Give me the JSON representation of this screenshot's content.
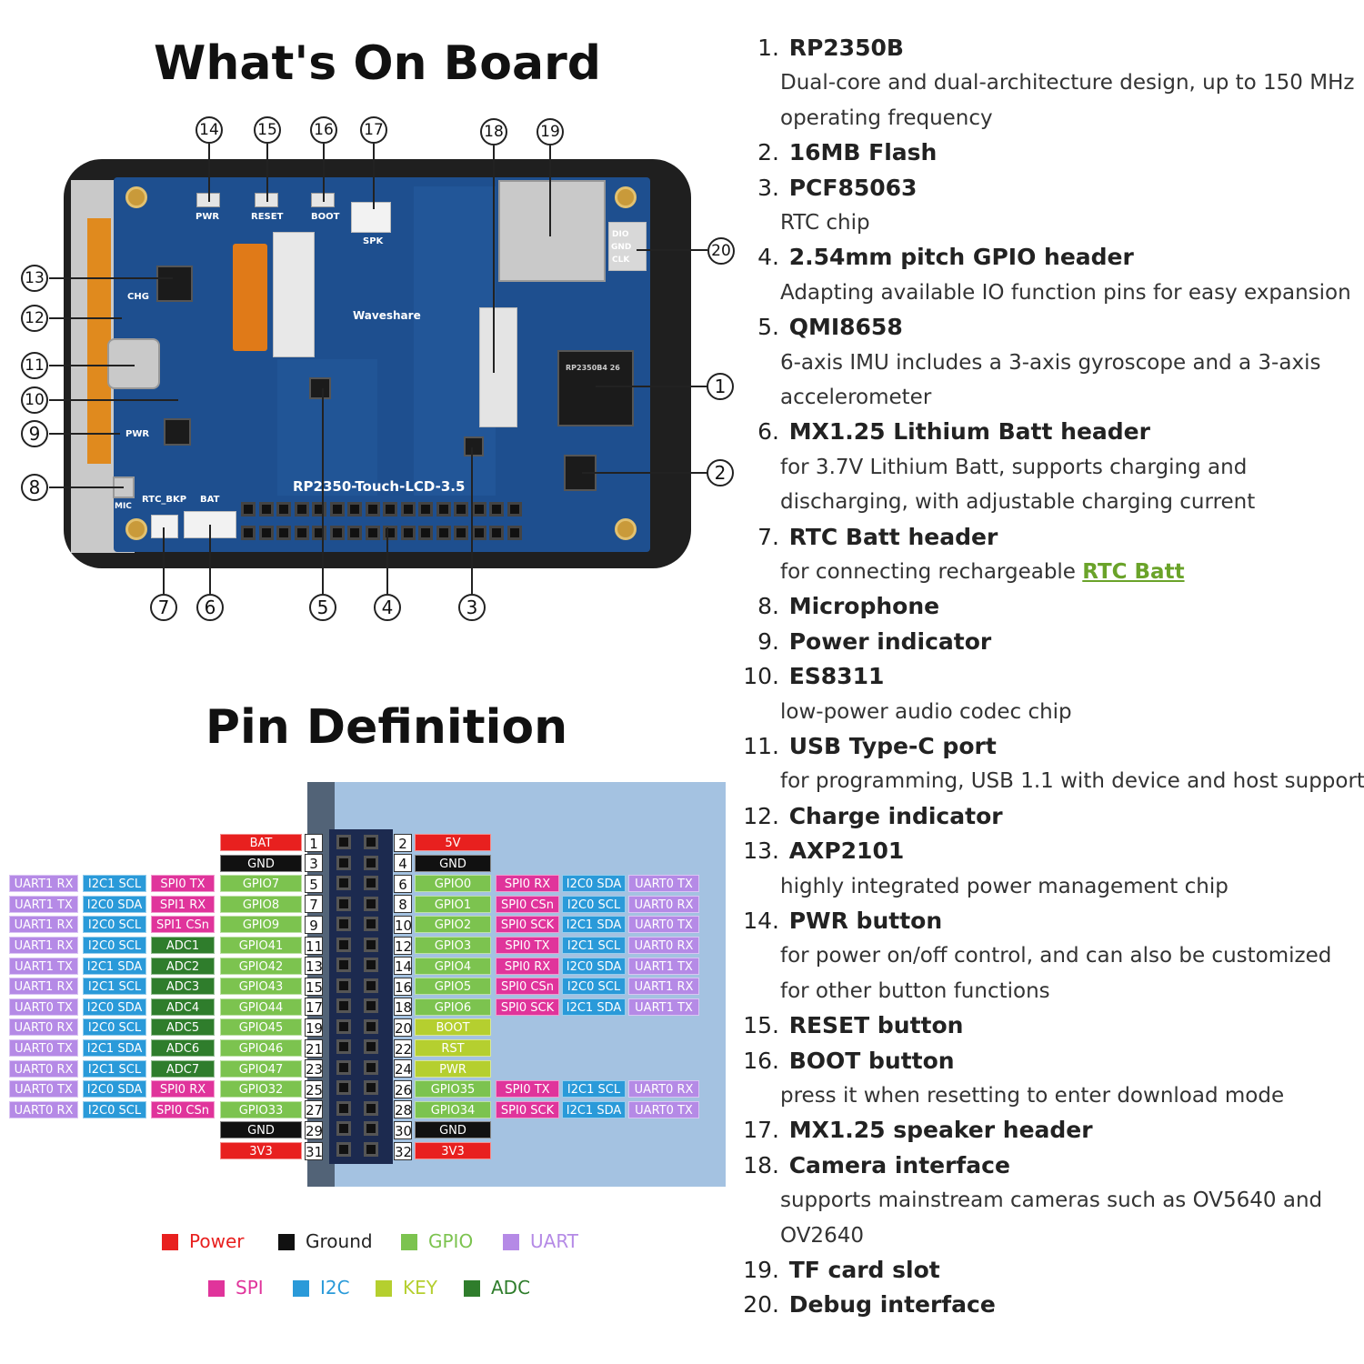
{
  "titles": {
    "on_board": "What's On Board",
    "pin_def": "Pin Definition"
  },
  "board": {
    "name": "RP2350-Touch-LCD-3.5",
    "brand": "Waveshare",
    "silk": {
      "pwr": "PWR",
      "reset": "RESET",
      "boot": "BOOT",
      "spk": "SPK",
      "chg": "CHG",
      "pwr2": "PWR",
      "mic": "MIC",
      "rtc_bkp": "RTC_BKP",
      "bat": "BAT",
      "dio": "DIO",
      "gnd": "GND",
      "clk": "CLK",
      "chip": "RP2350B4 26"
    }
  },
  "callouts": [
    "1",
    "2",
    "3",
    "4",
    "5",
    "6",
    "7",
    "8",
    "9",
    "10",
    "11",
    "12",
    "13",
    "14",
    "15",
    "16",
    "17",
    "18",
    "19",
    "20"
  ],
  "colors": {
    "Power": "#e8201f",
    "Ground": "#111111",
    "GPIO": "#7cc34f",
    "UART": "#b58ae6",
    "SPI": "#e0349b",
    "I2C": "#2a9ad9",
    "KEY": "#b5cf2f",
    "ADC": "#2f7d2c"
  },
  "pins_left": [
    {
      "num": "1",
      "main": {
        "t": "BAT",
        "c": "Power"
      }
    },
    {
      "num": "3",
      "main": {
        "t": "GND",
        "c": "Ground"
      }
    },
    {
      "num": "5",
      "main": {
        "t": "GPIO7",
        "c": "GPIO"
      },
      "f": [
        {
          "t": "UART1 RX",
          "c": "UART"
        },
        {
          "t": "I2C1 SCL",
          "c": "I2C"
        },
        {
          "t": "SPI0 TX",
          "c": "SPI"
        }
      ]
    },
    {
      "num": "7",
      "main": {
        "t": "GPIO8",
        "c": "GPIO"
      },
      "f": [
        {
          "t": "UART1 TX",
          "c": "UART"
        },
        {
          "t": "I2C0 SDA",
          "c": "I2C"
        },
        {
          "t": "SPI1 RX",
          "c": "SPI"
        }
      ]
    },
    {
      "num": "9",
      "main": {
        "t": "GPIO9",
        "c": "GPIO"
      },
      "f": [
        {
          "t": "UART1 RX",
          "c": "UART"
        },
        {
          "t": "I2C0 SCL",
          "c": "I2C"
        },
        {
          "t": "SPI1 CSn",
          "c": "SPI"
        }
      ]
    },
    {
      "num": "11",
      "main": {
        "t": "GPIO41",
        "c": "GPIO"
      },
      "f": [
        {
          "t": "UART1 RX",
          "c": "UART"
        },
        {
          "t": "I2C0 SCL",
          "c": "I2C"
        },
        {
          "t": "ADC1",
          "c": "ADC"
        }
      ]
    },
    {
      "num": "13",
      "main": {
        "t": "GPIO42",
        "c": "GPIO"
      },
      "f": [
        {
          "t": "UART1 TX",
          "c": "UART"
        },
        {
          "t": "I2C1 SDA",
          "c": "I2C"
        },
        {
          "t": "ADC2",
          "c": "ADC"
        }
      ]
    },
    {
      "num": "15",
      "main": {
        "t": "GPIO43",
        "c": "GPIO"
      },
      "f": [
        {
          "t": "UART1 RX",
          "c": "UART"
        },
        {
          "t": "I2C1 SCL",
          "c": "I2C"
        },
        {
          "t": "ADC3",
          "c": "ADC"
        }
      ]
    },
    {
      "num": "17",
      "main": {
        "t": "GPIO44",
        "c": "GPIO"
      },
      "f": [
        {
          "t": "UART0 TX",
          "c": "UART"
        },
        {
          "t": "I2C0 SDA",
          "c": "I2C"
        },
        {
          "t": "ADC4",
          "c": "ADC"
        }
      ]
    },
    {
      "num": "19",
      "main": {
        "t": "GPIO45",
        "c": "GPIO"
      },
      "f": [
        {
          "t": "UART0 RX",
          "c": "UART"
        },
        {
          "t": "I2C0 SCL",
          "c": "I2C"
        },
        {
          "t": "ADC5",
          "c": "ADC"
        }
      ]
    },
    {
      "num": "21",
      "main": {
        "t": "GPIO46",
        "c": "GPIO"
      },
      "f": [
        {
          "t": "UART0 TX",
          "c": "UART"
        },
        {
          "t": "I2C1 SDA",
          "c": "I2C"
        },
        {
          "t": "ADC6",
          "c": "ADC"
        }
      ]
    },
    {
      "num": "23",
      "main": {
        "t": "GPIO47",
        "c": "GPIO"
      },
      "f": [
        {
          "t": "UART0 RX",
          "c": "UART"
        },
        {
          "t": "I2C1 SCL",
          "c": "I2C"
        },
        {
          "t": "ADC7",
          "c": "ADC"
        }
      ]
    },
    {
      "num": "25",
      "main": {
        "t": "GPIO32",
        "c": "GPIO"
      },
      "f": [
        {
          "t": "UART0 TX",
          "c": "UART"
        },
        {
          "t": "I2C0 SDA",
          "c": "I2C"
        },
        {
          "t": "SPI0 RX",
          "c": "SPI"
        }
      ]
    },
    {
      "num": "27",
      "main": {
        "t": "GPIO33",
        "c": "GPIO"
      },
      "f": [
        {
          "t": "UART0 RX",
          "c": "UART"
        },
        {
          "t": "I2C0 SCL",
          "c": "I2C"
        },
        {
          "t": "SPI0 CSn",
          "c": "SPI"
        }
      ]
    },
    {
      "num": "29",
      "main": {
        "t": "GND",
        "c": "Ground"
      }
    },
    {
      "num": "31",
      "main": {
        "t": "3V3",
        "c": "Power"
      }
    }
  ],
  "pins_right": [
    {
      "num": "2",
      "main": {
        "t": "5V",
        "c": "Power"
      }
    },
    {
      "num": "4",
      "main": {
        "t": "GND",
        "c": "Ground"
      }
    },
    {
      "num": "6",
      "main": {
        "t": "GPIO0",
        "c": "GPIO"
      },
      "f": [
        {
          "t": "SPI0 RX",
          "c": "SPI"
        },
        {
          "t": "I2C0 SDA",
          "c": "I2C"
        },
        {
          "t": "UART0 TX",
          "c": "UART"
        }
      ]
    },
    {
      "num": "8",
      "main": {
        "t": "GPIO1",
        "c": "GPIO"
      },
      "f": [
        {
          "t": "SPI0 CSn",
          "c": "SPI"
        },
        {
          "t": "I2C0 SCL",
          "c": "I2C"
        },
        {
          "t": "UART0 RX",
          "c": "UART"
        }
      ]
    },
    {
      "num": "10",
      "main": {
        "t": "GPIO2",
        "c": "GPIO"
      },
      "f": [
        {
          "t": "SPI0 SCK",
          "c": "SPI"
        },
        {
          "t": "I2C1 SDA",
          "c": "I2C"
        },
        {
          "t": "UART0 TX",
          "c": "UART"
        }
      ]
    },
    {
      "num": "12",
      "main": {
        "t": "GPIO3",
        "c": "GPIO"
      },
      "f": [
        {
          "t": "SPI0 TX",
          "c": "SPI"
        },
        {
          "t": "I2C1 SCL",
          "c": "I2C"
        },
        {
          "t": "UART0 RX",
          "c": "UART"
        }
      ]
    },
    {
      "num": "14",
      "main": {
        "t": "GPIO4",
        "c": "GPIO"
      },
      "f": [
        {
          "t": "SPI0 RX",
          "c": "SPI"
        },
        {
          "t": "I2C0 SDA",
          "c": "I2C"
        },
        {
          "t": "UART1 TX",
          "c": "UART"
        }
      ]
    },
    {
      "num": "16",
      "main": {
        "t": "GPIO5",
        "c": "GPIO"
      },
      "f": [
        {
          "t": "SPI0 CSn",
          "c": "SPI"
        },
        {
          "t": "I2C0 SCL",
          "c": "I2C"
        },
        {
          "t": "UART1 RX",
          "c": "UART"
        }
      ]
    },
    {
      "num": "18",
      "main": {
        "t": "GPIO6",
        "c": "GPIO"
      },
      "f": [
        {
          "t": "SPI0 SCK",
          "c": "SPI"
        },
        {
          "t": "I2C1 SDA",
          "c": "I2C"
        },
        {
          "t": "UART1 TX",
          "c": "UART"
        }
      ]
    },
    {
      "num": "20",
      "main": {
        "t": "BOOT",
        "c": "KEY"
      }
    },
    {
      "num": "22",
      "main": {
        "t": "RST",
        "c": "KEY"
      }
    },
    {
      "num": "24",
      "main": {
        "t": "PWR",
        "c": "KEY"
      }
    },
    {
      "num": "26",
      "main": {
        "t": "GPIO35",
        "c": "GPIO"
      },
      "f": [
        {
          "t": "SPI0 TX",
          "c": "SPI"
        },
        {
          "t": "I2C1 SCL",
          "c": "I2C"
        },
        {
          "t": "UART0 RX",
          "c": "UART"
        }
      ]
    },
    {
      "num": "28",
      "main": {
        "t": "GPIO34",
        "c": "GPIO"
      },
      "f": [
        {
          "t": "SPI0 SCK",
          "c": "SPI"
        },
        {
          "t": "I2C1 SDA",
          "c": "I2C"
        },
        {
          "t": "UART0 TX",
          "c": "UART"
        }
      ]
    },
    {
      "num": "30",
      "main": {
        "t": "GND",
        "c": "Ground"
      }
    },
    {
      "num": "32",
      "main": {
        "t": "3V3",
        "c": "Power"
      }
    }
  ],
  "legend": [
    {
      "label": "Power",
      "c": "Power"
    },
    {
      "label": "Ground",
      "c": "Ground"
    },
    {
      "label": "GPIO",
      "c": "GPIO"
    },
    {
      "label": "UART",
      "c": "UART"
    },
    {
      "label": "SPI",
      "c": "SPI"
    },
    {
      "label": "I2C",
      "c": "I2C"
    },
    {
      "label": "KEY",
      "c": "KEY"
    },
    {
      "label": "ADC",
      "c": "ADC"
    }
  ],
  "features": [
    {
      "n": "1.",
      "title": "RP2350B",
      "desc": [
        "Dual-core and dual-architecture design, up to 150 MHz",
        "operating frequency"
      ]
    },
    {
      "n": "2.",
      "title": "16MB Flash",
      "desc": []
    },
    {
      "n": "3.",
      "title": "PCF85063",
      "desc": [
        "RTC chip"
      ]
    },
    {
      "n": "4.",
      "title": "2.54mm pitch GPIO header",
      "desc": [
        "Adapting available IO function pins for easy expansion"
      ]
    },
    {
      "n": "5.",
      "title": "QMI8658",
      "desc": [
        "6-axis IMU includes a 3-axis gyroscope and a 3-axis",
        "accelerometer"
      ]
    },
    {
      "n": "6.",
      "title": "MX1.25 Lithium Batt header",
      "desc": [
        "for 3.7V Lithium Batt, supports charging and",
        "discharging, with adjustable charging current"
      ]
    },
    {
      "n": "7.",
      "title": "RTC Batt header",
      "desc": [
        "for connecting rechargeable "
      ],
      "link": "RTC Batt"
    },
    {
      "n": "8.",
      "title": "Microphone",
      "desc": []
    },
    {
      "n": "9.",
      "title": "Power indicator",
      "desc": []
    },
    {
      "n": "10.",
      "title": "ES8311",
      "desc": [
        "low-power audio codec chip"
      ]
    },
    {
      "n": "11.",
      "title": "USB Type-C port",
      "desc": [
        "for programming, USB 1.1 with device and host support"
      ]
    },
    {
      "n": "12.",
      "title": "Charge indicator",
      "desc": []
    },
    {
      "n": "13.",
      "title": "AXP2101",
      "desc": [
        "highly integrated power management chip"
      ]
    },
    {
      "n": "14.",
      "title": "PWR button",
      "desc": [
        "for power on/off control, and can also be customized",
        "for other button functions"
      ]
    },
    {
      "n": "15.",
      "title": "RESET button",
      "desc": []
    },
    {
      "n": "16.",
      "title": "BOOT button",
      "desc": [
        "press it when resetting to enter download mode"
      ]
    },
    {
      "n": "17.",
      "title": "MX1.25 speaker header",
      "desc": []
    },
    {
      "n": "18.",
      "title": "Camera interface",
      "desc": [
        "supports mainstream cameras such as OV5640 and",
        "OV2640"
      ]
    },
    {
      "n": "19.",
      "title": "TF card slot",
      "desc": []
    },
    {
      "n": "20.",
      "title": "Debug interface",
      "desc": []
    }
  ]
}
